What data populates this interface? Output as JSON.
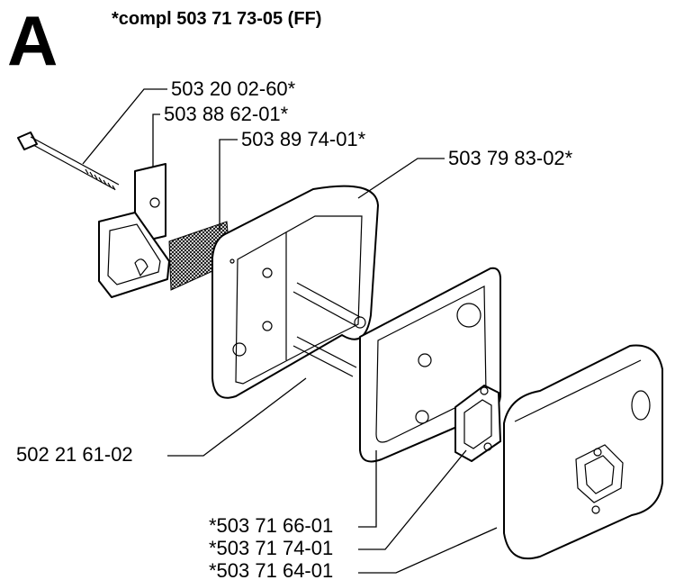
{
  "section_letter": "A",
  "assembly_title": "*compl 503 71 73-05 (FF)",
  "part_labels": [
    "503 20 02-60*",
    "503 88 62-01*",
    "503 89 74-01*",
    "503 79 83-02*",
    "502 21 61-02",
    "*503 71 66-01",
    "*503 71 74-01",
    "*503 71 64-01"
  ]
}
